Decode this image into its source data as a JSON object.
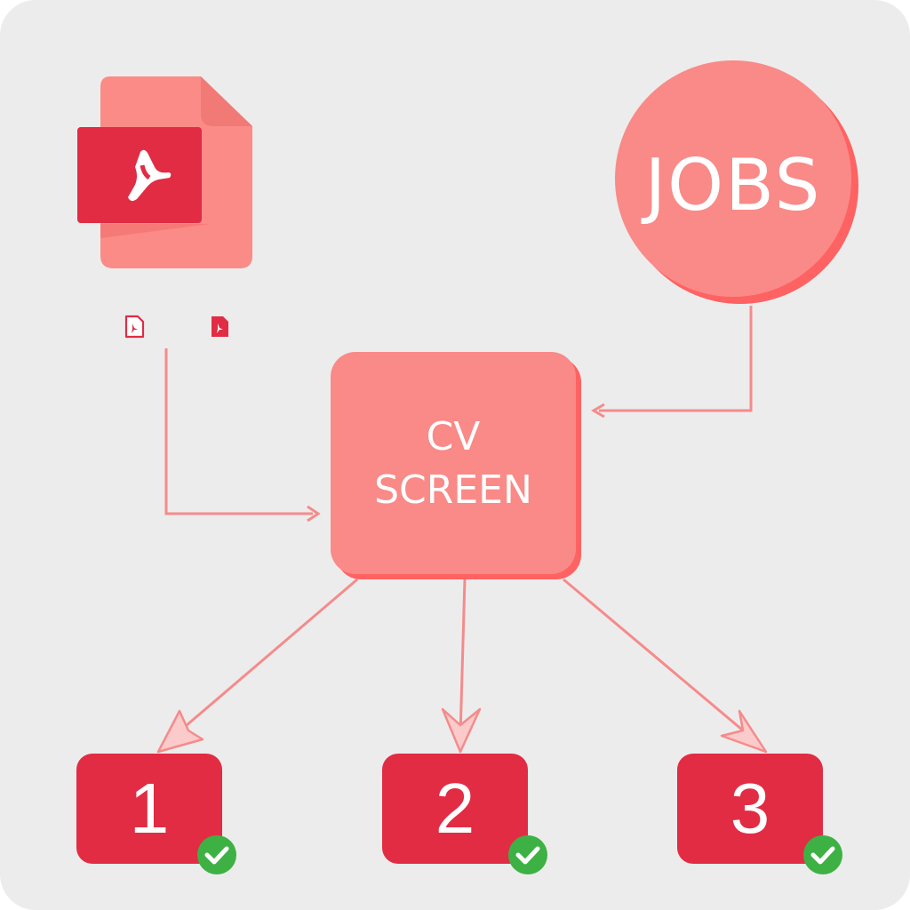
{
  "jobs": {
    "label": "JOBS"
  },
  "cv_screen": {
    "line1": "CV",
    "line2": "SCREEN"
  },
  "results": [
    {
      "label": "1"
    },
    {
      "label": "2"
    },
    {
      "label": "3"
    }
  ],
  "icons": {
    "document": "pdf-document-icon",
    "small_document": "pdf-file-icon",
    "check": "check-circle-icon"
  },
  "colors": {
    "background": "#edecec",
    "salmon": "#f98a87",
    "salmon_shadow": "#ff6262",
    "red": "#e12c44",
    "connector": "#f58b8b",
    "check_green": "#3db144"
  }
}
